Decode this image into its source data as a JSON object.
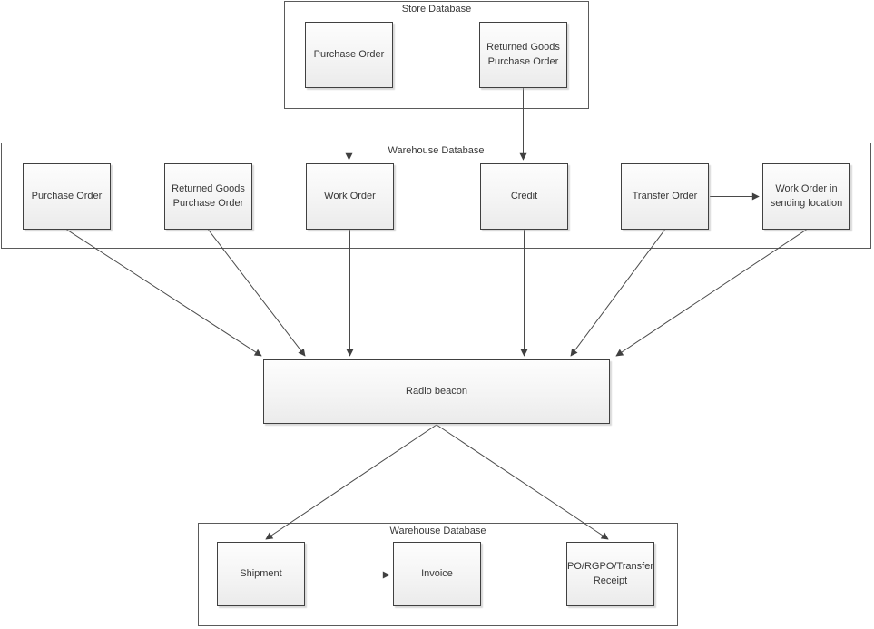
{
  "diagram": {
    "containers": {
      "store": {
        "title": "Store Database"
      },
      "warehouse_mid": {
        "title": "Warehouse Database"
      },
      "warehouse_bottom": {
        "title": "Warehouse Database"
      }
    },
    "nodes": {
      "store_purchase_order": "Purchase Order",
      "store_returned_goods_po": "Returned Goods Purchase Order",
      "wh_purchase_order": "Purchase Order",
      "wh_returned_goods_po": "Returned Goods Purchase Order",
      "work_order": "Work Order",
      "credit": "Credit",
      "transfer_order": "Transfer Order",
      "work_order_in_sending_location": "Work Order in sending location",
      "radio_beacon": "Radio beacon",
      "shipment": "Shipment",
      "invoice": "Invoice",
      "po_rgpo_transfer_receipt": "PO/RGPO/Transfer Receipt"
    },
    "edges": [
      {
        "from": "store_purchase_order",
        "to": "work_order"
      },
      {
        "from": "store_returned_goods_po",
        "to": "credit"
      },
      {
        "from": "wh_purchase_order",
        "to": "radio_beacon"
      },
      {
        "from": "wh_returned_goods_po",
        "to": "radio_beacon"
      },
      {
        "from": "work_order",
        "to": "radio_beacon"
      },
      {
        "from": "credit",
        "to": "radio_beacon"
      },
      {
        "from": "transfer_order",
        "to": "radio_beacon"
      },
      {
        "from": "transfer_order",
        "to": "work_order_in_sending_location"
      },
      {
        "from": "work_order_in_sending_location",
        "to": "radio_beacon"
      },
      {
        "from": "radio_beacon",
        "to": "shipment"
      },
      {
        "from": "radio_beacon",
        "to": "po_rgpo_transfer_receipt"
      },
      {
        "from": "shipment",
        "to": "invoice"
      }
    ],
    "colors": {
      "connector": "#4a4a4a",
      "shape_border": "#404040",
      "container_border": "#5a5a5a",
      "shape_fill_top": "#fdfdfd",
      "shape_fill_bottom": "#ebebeb",
      "text": "#383838"
    }
  }
}
